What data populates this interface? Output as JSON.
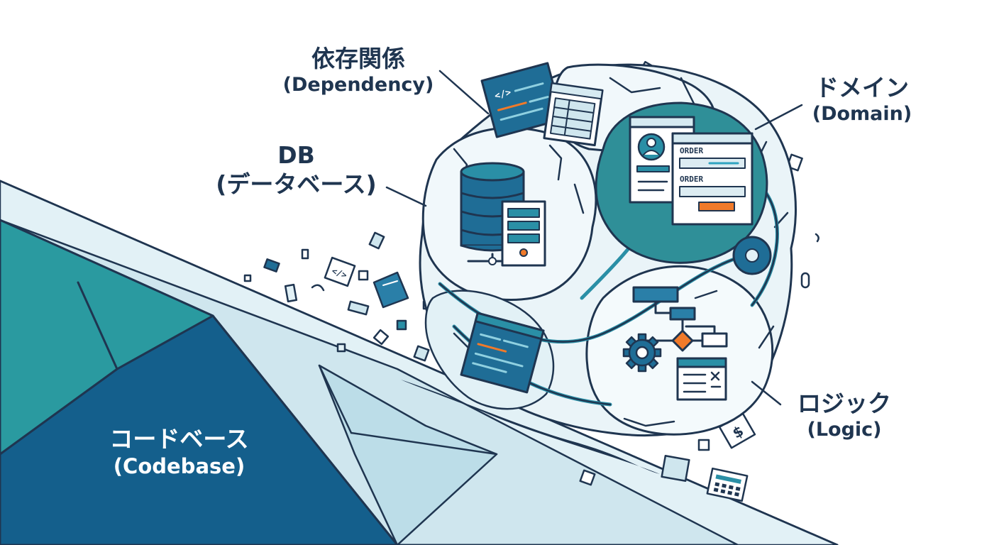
{
  "labels": {
    "dependency": {
      "main": "依存関係",
      "sub": "(Dependency)"
    },
    "db": {
      "main": "DB",
      "sub": "(データベース)"
    },
    "domain": {
      "main": "ドメイン",
      "sub": "(Domain)"
    },
    "logic": {
      "main": "ロジック",
      "sub": "(Logic)"
    },
    "codebase": {
      "main": "コードベース",
      "sub": "(Codebase)"
    }
  },
  "domain_screen": {
    "order_1": "ORDER",
    "order_2": "ORDER"
  },
  "code_tag": "</>",
  "colors": {
    "ink": "#1f3550",
    "deep_blue": "#145f8c",
    "teal": "#2fa3a6",
    "ice": "#dcecf2",
    "ice_light": "#eaf4f8",
    "orange": "#f07a2a",
    "accent_orange": "#ef8a2e"
  },
  "icons": [
    "database-icon",
    "server-icon",
    "user-profile-icon",
    "order-form-icon",
    "flowchart-icon",
    "gear-icon",
    "code-window-icon",
    "dollar-chip-icon",
    "calculator-icon"
  ]
}
